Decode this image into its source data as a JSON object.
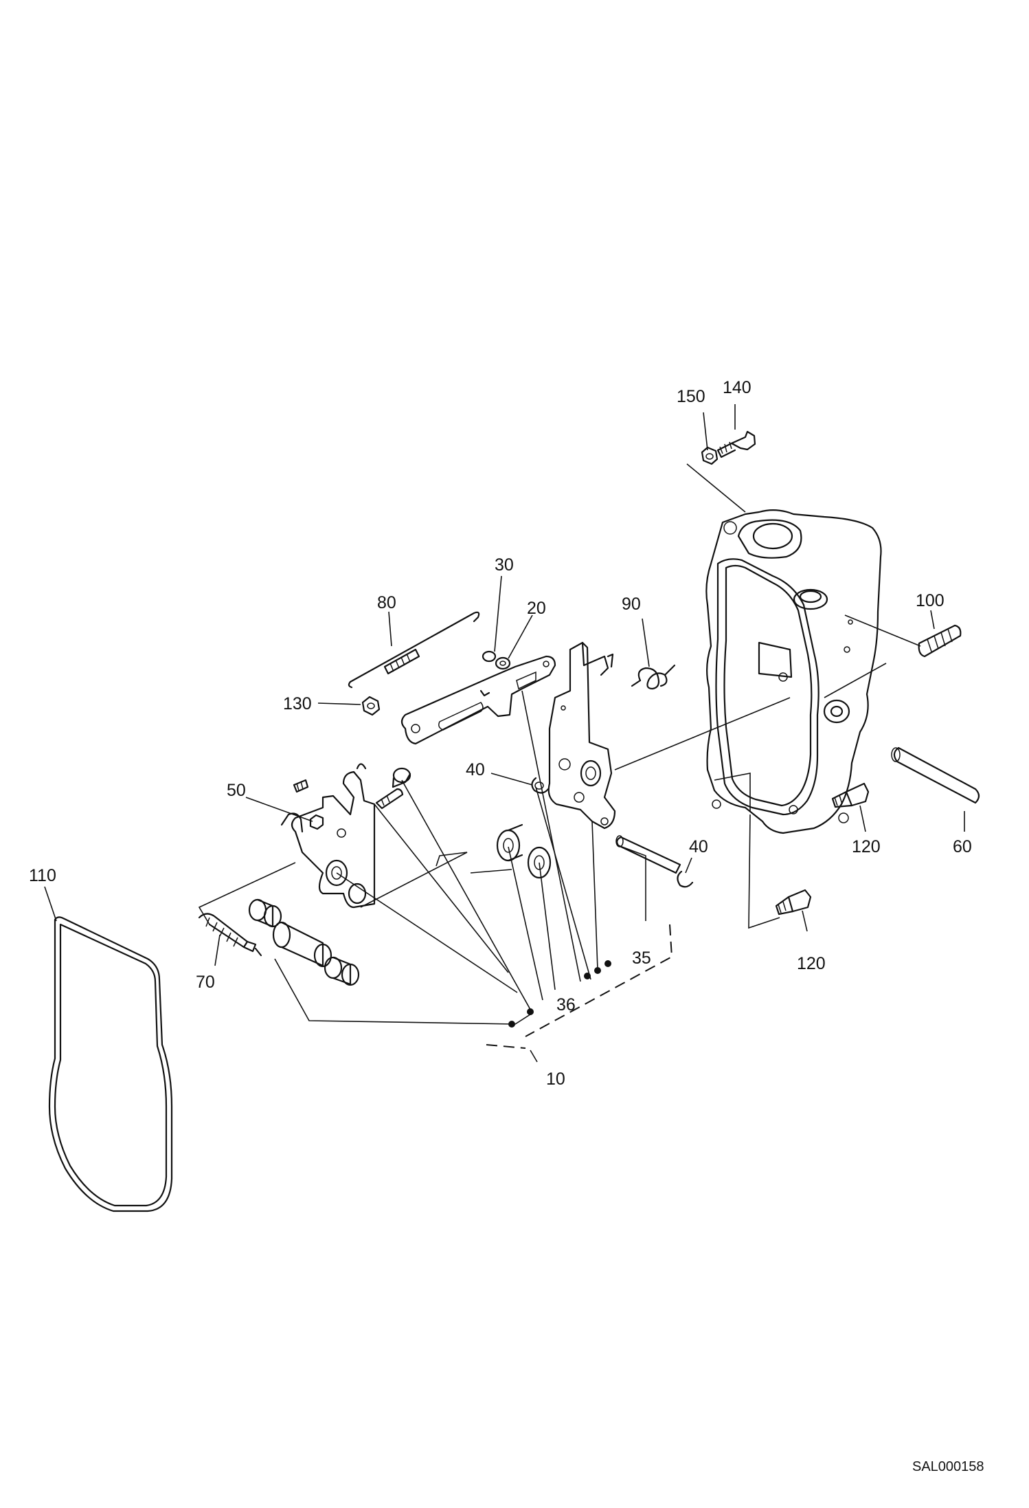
{
  "document": {
    "reference_code": "SAL000158"
  },
  "callouts": {
    "c10": "10",
    "c20": "20",
    "c30": "30",
    "c35": "35",
    "c36": "36",
    "c40a": "40",
    "c40b": "40",
    "c50": "50",
    "c60": "60",
    "c70": "70",
    "c80": "80",
    "c90": "90",
    "c100": "100",
    "c110": "110",
    "c120a": "120",
    "c120b": "120",
    "c130": "130",
    "c140": "140",
    "c150": "150"
  }
}
